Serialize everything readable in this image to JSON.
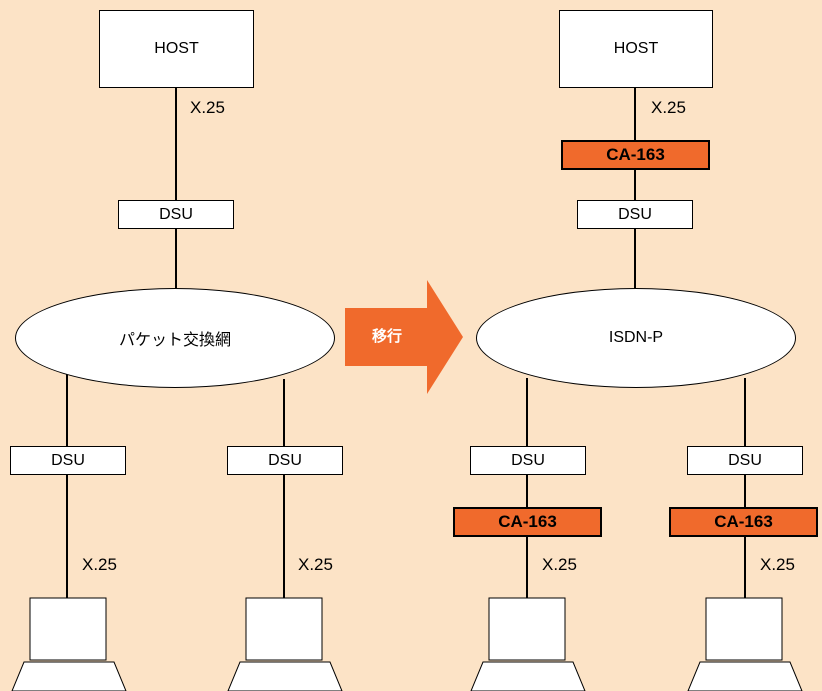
{
  "left": {
    "host": "HOST",
    "dsu_top": "DSU",
    "network": "パケット交換網",
    "dsu_left": "DSU",
    "dsu_right": "DSU",
    "x25_top": "X.25",
    "x25_left": "X.25",
    "x25_right": "X.25"
  },
  "arrow": {
    "label": "移行"
  },
  "right": {
    "host": "HOST",
    "ca_top": "CA-163",
    "dsu_top": "DSU",
    "network": "ISDN-P",
    "dsu_left": "DSU",
    "dsu_right": "DSU",
    "ca_left": "CA-163",
    "ca_right": "CA-163",
    "x25_top": "X.25",
    "x25_left": "X.25",
    "x25_right": "X.25"
  },
  "colors": {
    "background": "#fce3c6",
    "ca_fill": "#f06a2c",
    "arrow_fill": "#f06a2c"
  }
}
